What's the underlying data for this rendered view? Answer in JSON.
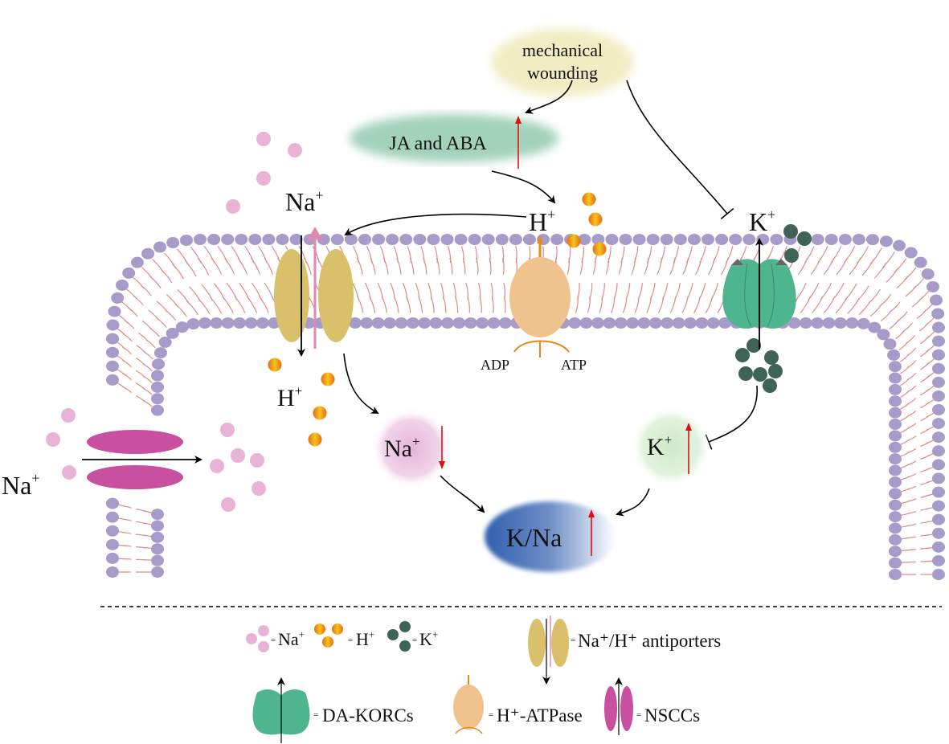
{
  "labels": {
    "mechanical_line1": "mechanical",
    "mechanical_line2": "wounding",
    "ja_aba": "JA and ABA",
    "na_top": "Na",
    "h_top": "H",
    "k_top": "K",
    "h_lower": "H",
    "adp": "ADP",
    "atp": "ATP",
    "na_circle": "Na",
    "k_circle": "K",
    "k_na": "K/Na",
    "na_left": "Na",
    "plus": "+"
  },
  "legend": {
    "na": "Na",
    "h": "H",
    "k": "K",
    "antiporter": "Na⁺/H⁺ antiporters",
    "korc": "DA-KORCs",
    "atpase": "H⁺-ATPase",
    "nscc": "NSCCs",
    "eq": "="
  },
  "colors": {
    "na": "#e9b3d6",
    "k": "#3f6354",
    "h_dark": "#e86a10",
    "h_light": "#f5c521",
    "lipid_head": "#a79cc9",
    "lipid_tail": "#e08a8a",
    "antiporter": "#d9c06a",
    "atpase": "#f0c38e",
    "korc": "#4fb58f",
    "nscc": "#c94fa0",
    "increase_arrow": "#e01010"
  }
}
